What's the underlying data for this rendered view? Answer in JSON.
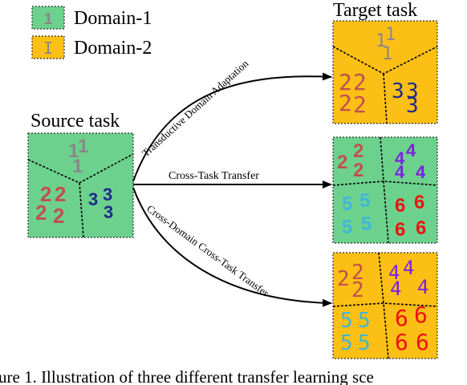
{
  "legend": {
    "items": [
      {
        "label": "Domain-1",
        "swatch_color": "#6dd18e",
        "glyph": "1",
        "glyph_color": "#888888"
      },
      {
        "label": "Domain-2",
        "swatch_color": "#fbbf16",
        "glyph": "I",
        "glyph_color": "#888888"
      }
    ]
  },
  "source_task": {
    "title": "Source task",
    "regions": [
      {
        "digit": "1",
        "color": "#888888"
      },
      {
        "digit": "2",
        "color": "#c0504d"
      },
      {
        "digit": "3",
        "color": "#1f2a8a"
      }
    ]
  },
  "target_task": {
    "title": "Target task"
  },
  "transfers": [
    {
      "label": "Transductive Domain Adaptation"
    },
    {
      "label": "Cross-Task Transfer"
    },
    {
      "label": "Cross-Domain Cross-Task Transfer"
    }
  ],
  "target_panels": [
    {
      "domain": "Domain-2",
      "bg": "#fbbf16",
      "regions": [
        {
          "digit": "1",
          "color": "#888888"
        },
        {
          "digit": "2",
          "color": "#c0504d"
        },
        {
          "digit": "3",
          "color": "#1f2a8a"
        }
      ]
    },
    {
      "domain": "Domain-1",
      "bg": "#6dd18e",
      "regions": [
        {
          "digit": "2",
          "color": "#c0504d"
        },
        {
          "digit": "4",
          "color": "#7b22e0"
        },
        {
          "digit": "5",
          "color": "#3fb6d8"
        },
        {
          "digit": "6",
          "color": "#ee1111"
        }
      ]
    },
    {
      "domain": "Domain-2",
      "bg": "#fbbf16",
      "regions": [
        {
          "digit": "2",
          "color": "#c0504d"
        },
        {
          "digit": "4",
          "color": "#7b22e0"
        },
        {
          "digit": "5",
          "color": "#3fb6d8"
        },
        {
          "digit": "6",
          "color": "#ee1111"
        }
      ]
    }
  ],
  "caption": "ure 1. Illustration of three different transfer learning sce"
}
